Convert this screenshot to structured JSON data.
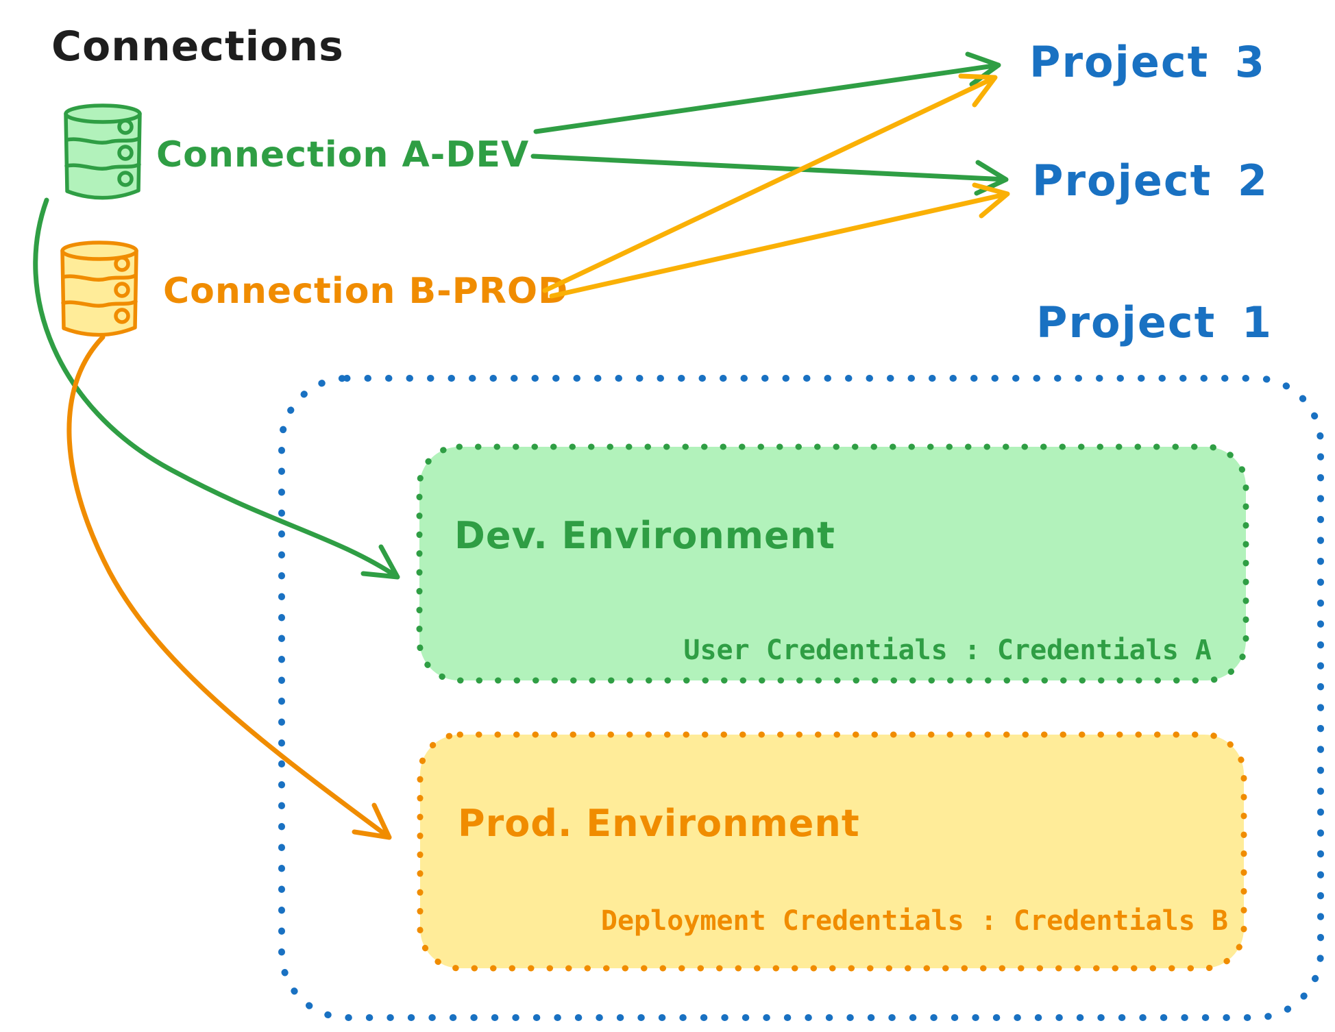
{
  "colors": {
    "ink": "#1e1e1e",
    "blue": "#1971c2",
    "green": "#2f9e44",
    "green-fill": "#b2f2bb",
    "orange": "#f08c00",
    "yellow-fill": "#ffec99",
    "gold": "#fab005"
  },
  "title": "Connections",
  "connections": [
    {
      "id": "a-dev",
      "label": "Connection A-DEV",
      "icon": "database-icon"
    },
    {
      "id": "b-prod",
      "label": "Connection B-PROD",
      "icon": "database-icon"
    }
  ],
  "projects": [
    {
      "label": "Project 3"
    },
    {
      "label": "Project 2"
    },
    {
      "label": "Project 1"
    }
  ],
  "project1": {
    "dev_environment": {
      "title": "Dev. Environment",
      "credentials": "User Credentials : Credentials A"
    },
    "prod_environment": {
      "title": "Prod. Environment",
      "credentials": "Deployment Credentials : Credentials B"
    }
  }
}
